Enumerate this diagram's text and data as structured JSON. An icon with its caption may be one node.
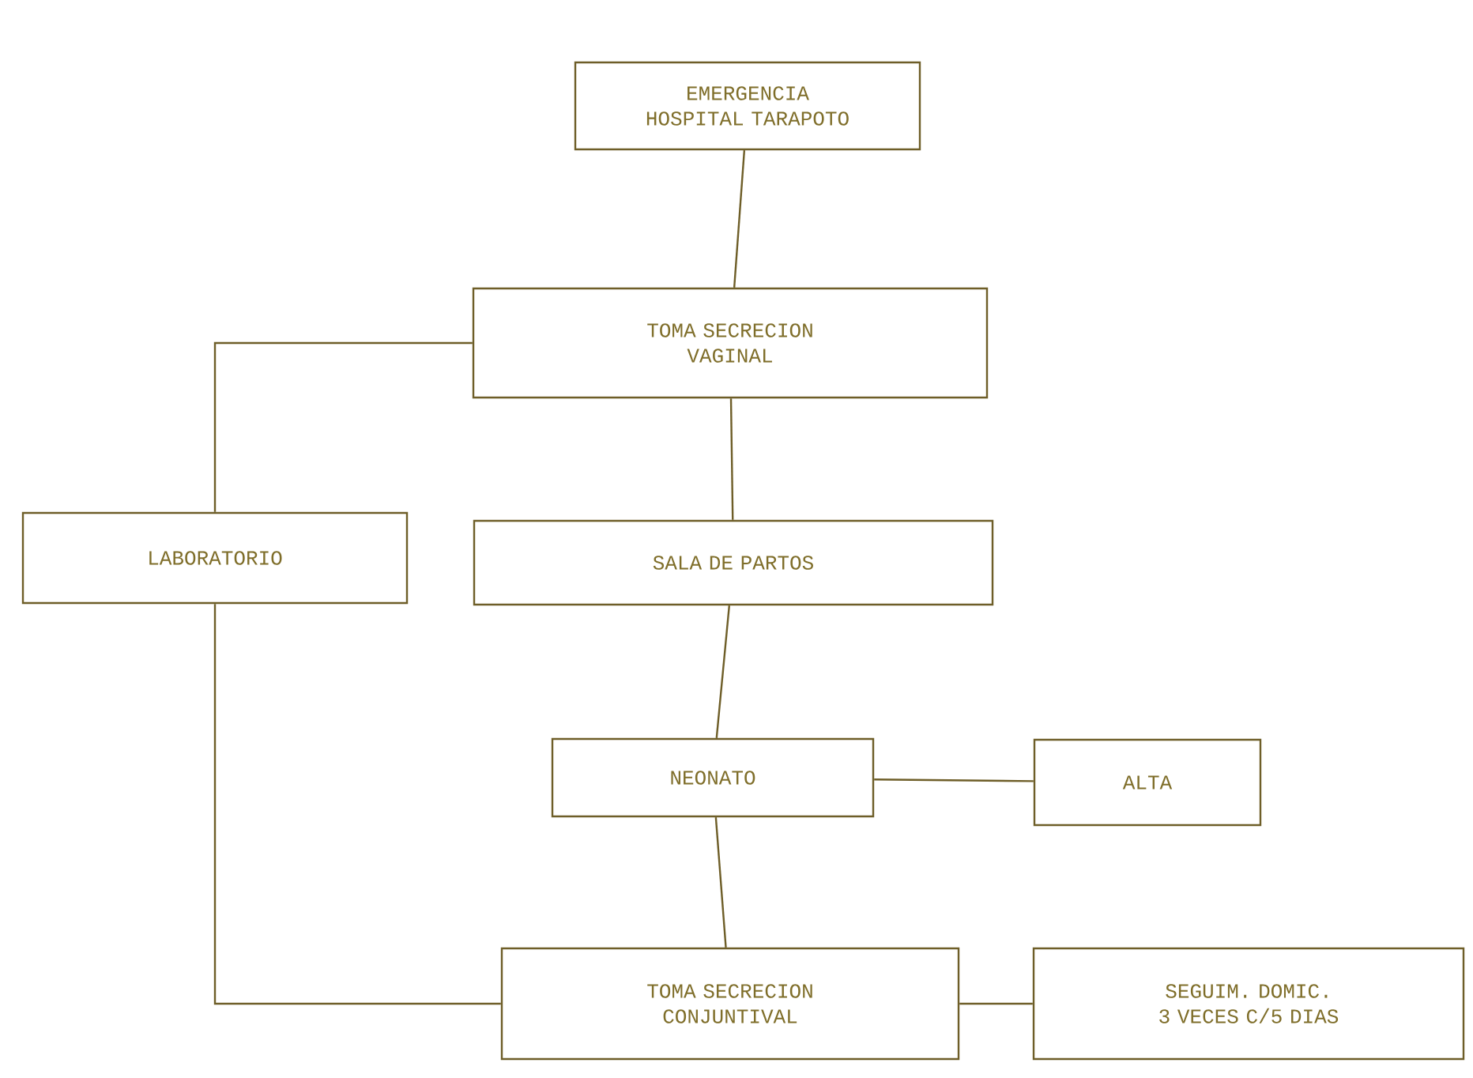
{
  "diagram": {
    "nodes": [
      {
        "text": [
          "EMERGENCIA HOSPITAL TARAPOTO"
        ]
      },
      {
        "text": [
          "TOMA SECRECION VAGINAL"
        ]
      },
      {
        "text": [
          "LABORATORIO"
        ]
      },
      {
        "text": [
          "SALA DE PARTOS"
        ]
      },
      {
        "text": [
          "NEONATO"
        ]
      },
      {
        "text": [
          "ALTA"
        ]
      },
      {
        "text": [
          "TOMA SECRECION CONJUNTIVAL"
        ]
      },
      {
        "text": [
          "SEGUIM. DOMIC. 3 VECES C/5 DIAS"
        ]
      }
    ],
    "edges": [
      {
        "from": 0,
        "to": 1,
        "arrow": "none"
      },
      {
        "from": 1,
        "to": 2,
        "arrow": "none"
      },
      {
        "from": 1,
        "to": 3,
        "arrow": "none"
      },
      {
        "from": 3,
        "to": 4,
        "arrow": "none"
      },
      {
        "from": 4,
        "to": 5,
        "arrow": "none"
      },
      {
        "from": 4,
        "to": 6,
        "arrow": "none"
      },
      {
        "from": 2,
        "to": 6,
        "arrow": "none"
      },
      {
        "from": 6,
        "to": 7,
        "arrow": "none"
      }
    ]
  }
}
